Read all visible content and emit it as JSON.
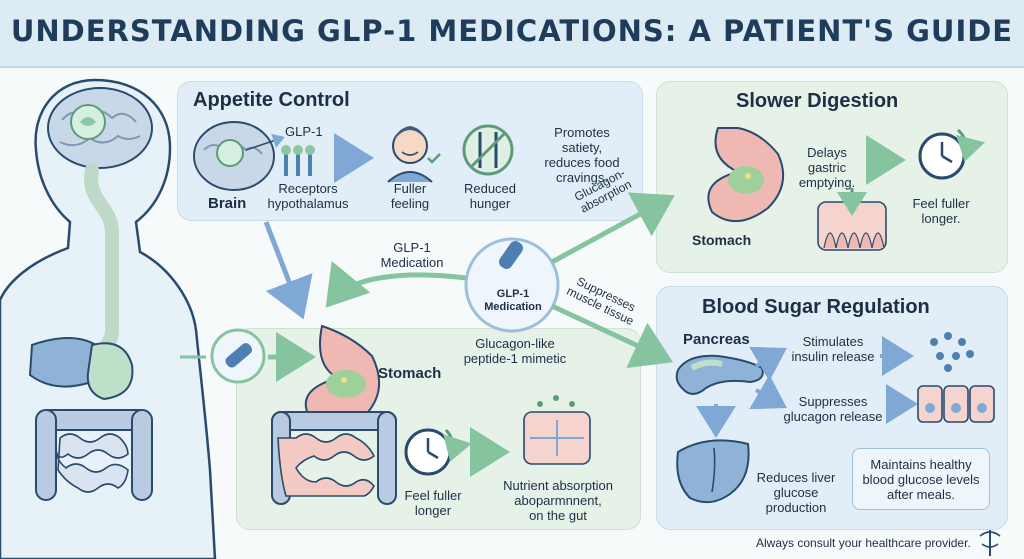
{
  "title": "UNDERSTANDING GLP-1 MEDICATIONS: A PATIENT'S GUIDE",
  "appetite": {
    "heading": "Appetite Control",
    "glp1": "GLP-1",
    "brain": "Brain",
    "receptors": [
      "Receptors",
      "hypothalamus"
    ],
    "fuller": [
      "Fuller",
      "feeling"
    ],
    "reduced": [
      "Reduced",
      "hunger"
    ],
    "promotes": [
      "Promotes",
      "satiety,",
      "reduces food",
      "cravings."
    ]
  },
  "digestion": {
    "heading": "Slower Digestion",
    "stomach": "Stomach",
    "delays": [
      "Delays",
      "gastric",
      "emptying."
    ],
    "feel": [
      "Feel fuller",
      "longer."
    ]
  },
  "center": {
    "med_label": [
      "GLP-1",
      "Medication"
    ],
    "circle_label": [
      "GLP-1",
      "Medication"
    ],
    "mimetic": [
      "Glucagon-like",
      "peptide-1 mimetic"
    ],
    "arrow_up": [
      "Glucagon-",
      "absorption"
    ],
    "arrow_down": [
      "Suppresses",
      "muscle tissue"
    ]
  },
  "blood": {
    "heading": "Blood Sugar Regulation",
    "pancreas": "Pancreas",
    "stimulates": [
      "Stimulates",
      "insulin release"
    ],
    "suppresses": [
      "Suppresses",
      "glucagon release"
    ],
    "liver": [
      "Reduces liver",
      "glucose",
      "production"
    ],
    "maintains": [
      "Maintains healthy",
      "blood glucose levels",
      "after meals."
    ]
  },
  "gut": {
    "stomach": "Stomach",
    "feel": [
      "Feel fuller",
      "longer"
    ],
    "nutrient": [
      "Nutrient absorption",
      "aboparmnnent,",
      "on the gut"
    ]
  },
  "footer": "Always consult your healthcare provider.",
  "colors": {
    "arrow_blue": "#7fa8d4",
    "arrow_green": "#86c4a0",
    "navy": "#1f3c5a"
  }
}
